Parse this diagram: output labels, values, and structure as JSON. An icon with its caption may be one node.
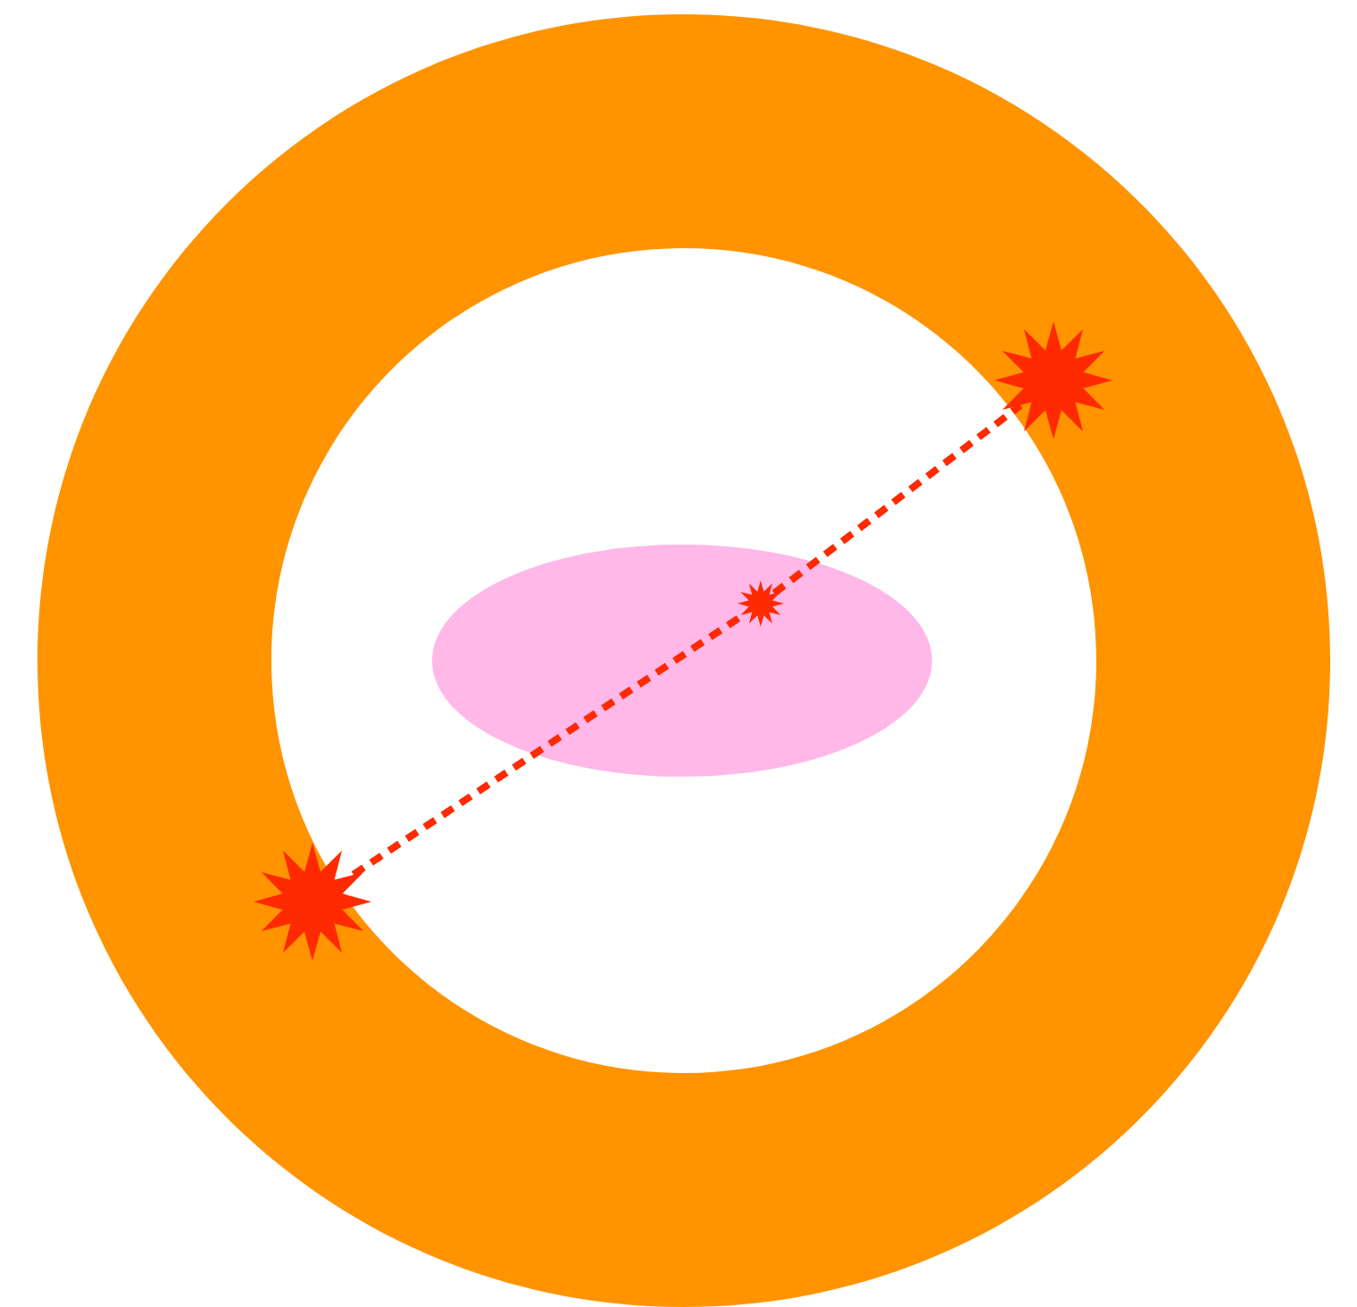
{
  "diagram": {
    "nodes": [
      {
        "text": [],
        "shape": "ring"
      },
      {
        "text": [],
        "shape": "ellipse",
        "in": 0
      },
      {
        "text": [],
        "shape": "star",
        "in": 0
      },
      {
        "text": [],
        "shape": "star",
        "in": 1
      },
      {
        "text": [],
        "shape": "star",
        "in": 0
      }
    ],
    "edges": [
      {
        "from": 4,
        "to": 3,
        "arrow": "none",
        "style": "dashed"
      },
      {
        "from": 3,
        "to": 2,
        "arrow": "none",
        "style": "dashed"
      }
    ]
  }
}
